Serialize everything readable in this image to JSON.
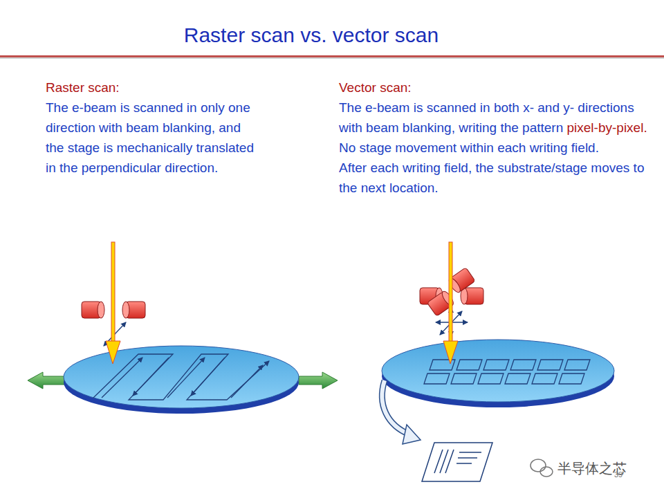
{
  "diagram": {
    "title": "Raster scan vs. vector scan",
    "labels": [
      "Raster scan:",
      "The e-beam is scanned in only one direction with beam blanking, and the stage is mechanically translated in the perpendicular direction.",
      "Vector scan:",
      "The e-beam is scanned in both x- and y- directions with beam blanking, writing the pattern",
      "pixel-by-pixel.",
      "No stage movement within each writing field.",
      "After each writing field, the substrate/stage moves to the next location.",
      "半导体之芯",
      "39"
    ]
  }
}
